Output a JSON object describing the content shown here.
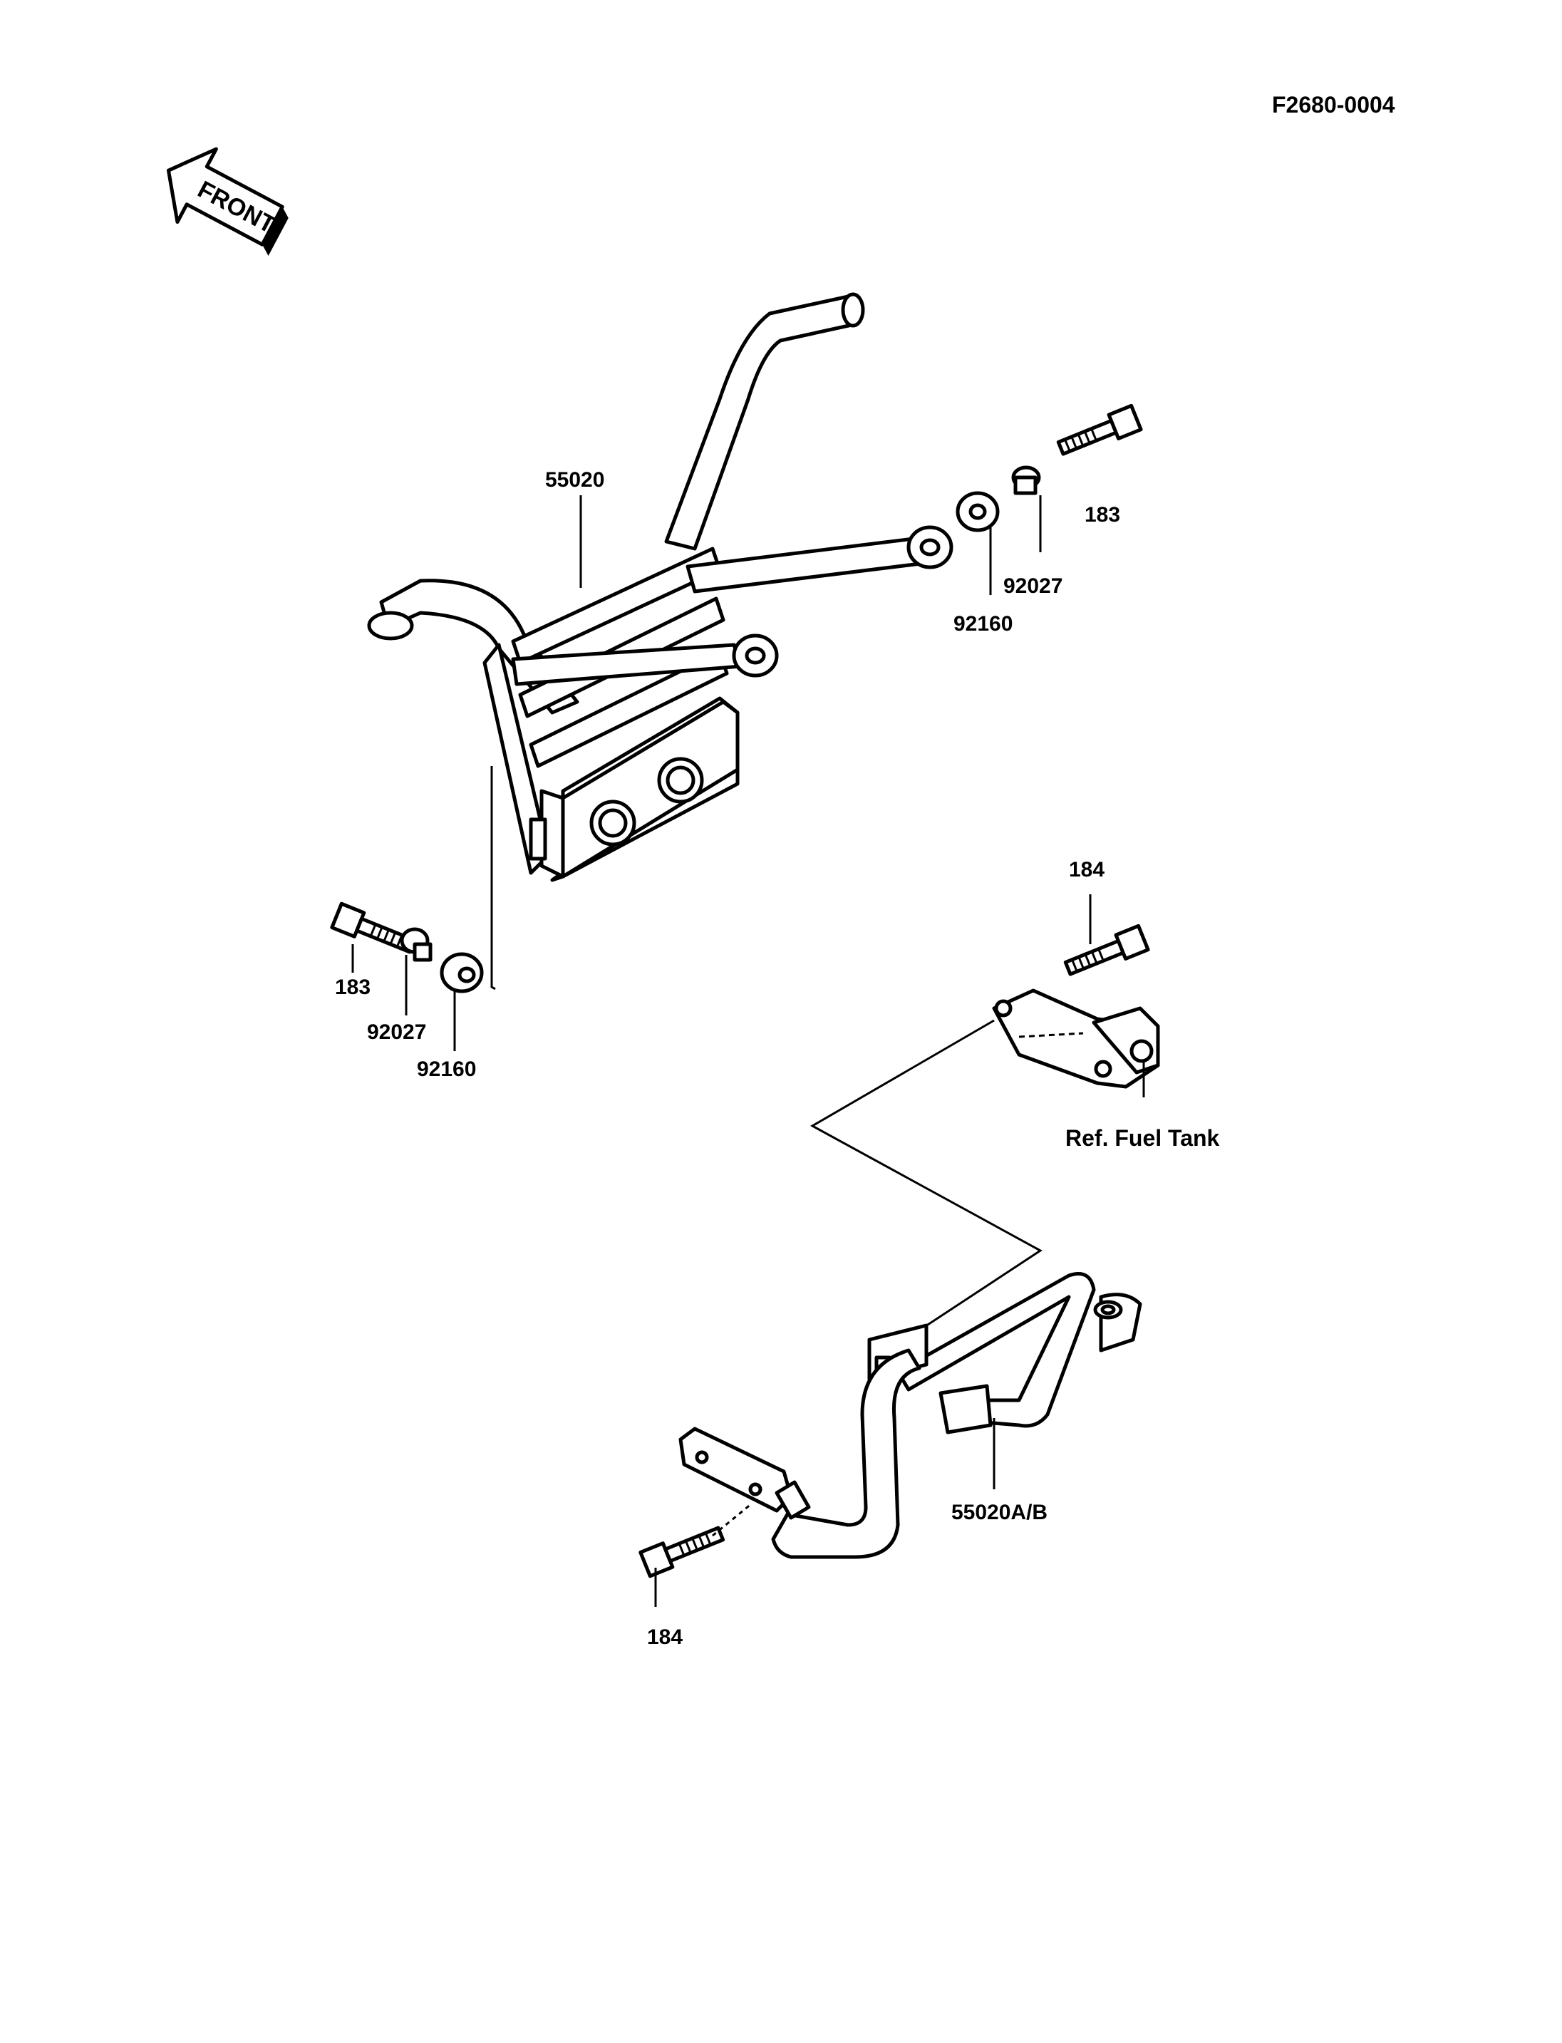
{
  "diagram_code": "F2680-0004",
  "front_arrow": {
    "text": "FRONT",
    "icon": "front-direction-arrow-icon"
  },
  "callouts": {
    "frame_main": "55020",
    "frame_rear": "55020A/B",
    "bolt_183_right": "183",
    "collar_92027_right": "92027",
    "grommet_92160_right": "92160",
    "bolt_183_left": "183",
    "collar_92027_left": "92027",
    "grommet_92160_left": "92160",
    "bolt_184_top": "184",
    "bolt_184_bottom": "184",
    "ref_fuel_tank": "Ref. Fuel Tank"
  }
}
